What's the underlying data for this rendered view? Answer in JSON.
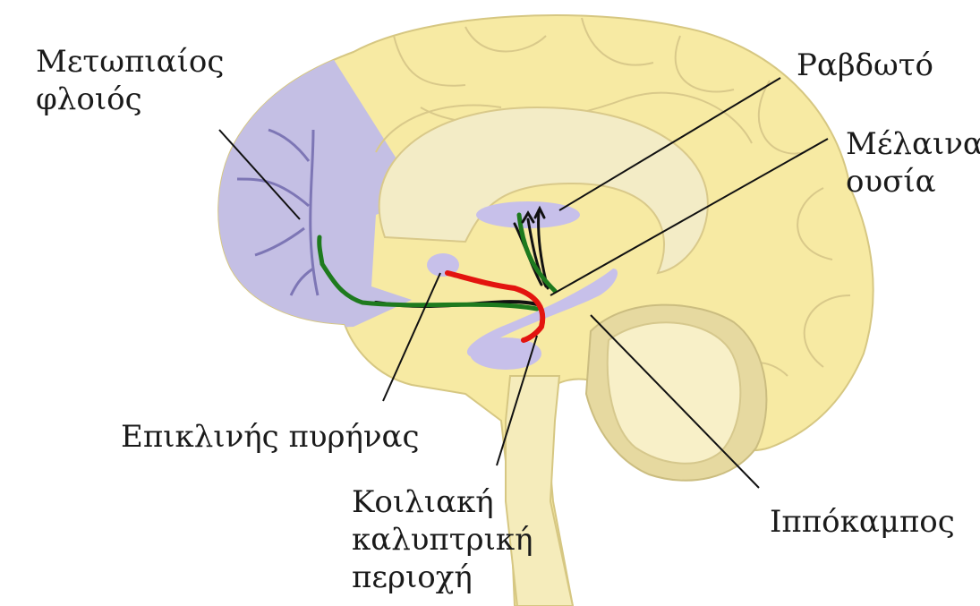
{
  "labels": {
    "frontal_cortex": "Μετωπιαίος\nφλοιός",
    "striatum": "Ραβδωτό",
    "substantia_nigra": "Μέλαινα\nουσία",
    "nucleus_accumbens": "Επικλινής πυρήνας",
    "ventral_tegmental_area": "Κοιλιακή\nκαλυπτρική\nπεριοχή",
    "hippocampus": "Ιππόκαμπος"
  },
  "colors": {
    "brain_fill": "#f7eaa3",
    "brain_outline": "#d6c782",
    "frontal_region": "#c4bfe4",
    "highlight_regions": "#c7c0ea",
    "corpus_callosum": "#f3ecc6",
    "dopamine_pathway_green": "#1e7a1e",
    "dopamine_pathway_red": "#e3140f",
    "dopamine_pathway_black": "#111111",
    "cortex_fibers": "#7d76b5"
  }
}
